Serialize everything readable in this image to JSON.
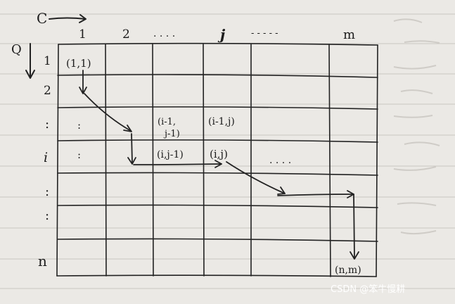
{
  "axes": {
    "column_symbol": "C",
    "row_symbol": "Q"
  },
  "column_headers": [
    "1",
    "2",
    ". . . .",
    "j",
    "- - - - -",
    "m"
  ],
  "row_headers": [
    "1",
    "2",
    ":",
    "i",
    ":",
    ":",
    "n"
  ],
  "cells": {
    "start": "(1,1)",
    "diag": [
      "(i-1,",
      "j-1)"
    ],
    "up": "(i-1,j)",
    "left": "(i,j-1)",
    "current": "(i,j)",
    "row_dots": ". . . .",
    "end": "(n,m)",
    "col_dots": [
      ":",
      ":"
    ]
  },
  "watermark": "CSDN @笨牛慢耕"
}
